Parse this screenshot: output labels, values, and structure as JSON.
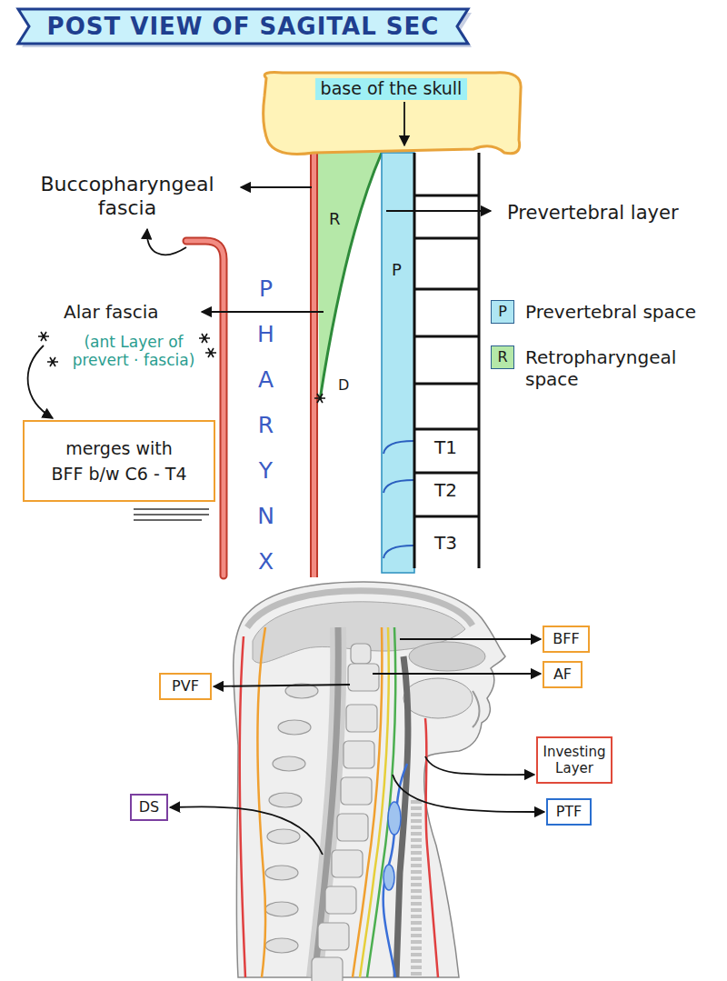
{
  "diagram": {
    "title": "POST VIEW OF SAGITAL SEC",
    "nodes": [
      {
        "text": [
          "base of the skull"
        ]
      },
      {
        "text": [
          "merges with BFF b/w C6 - T4"
        ]
      },
      {
        "text": [
          "BFF"
        ]
      },
      {
        "text": [
          "AF"
        ]
      },
      {
        "text": [
          "PVF"
        ]
      },
      {
        "text": [
          "Investing Layer"
        ]
      },
      {
        "text": [
          "DS"
        ]
      },
      {
        "text": [
          "PTF"
        ]
      }
    ],
    "labels": [
      "Buccopharyngeal fascia",
      "Alar fascia",
      "(ant Layer of prevert · fascia)",
      "R",
      "P",
      "D",
      "PHARYNX",
      "Prevertebral layer",
      "P",
      "R",
      "T1",
      "T2",
      "T3"
    ],
    "legend": [
      {
        "text": "Prevertebral space",
        "color": "#aee6f3"
      },
      {
        "text": "Retropharyngeal space",
        "color": "#b5e8a8"
      }
    ]
  }
}
